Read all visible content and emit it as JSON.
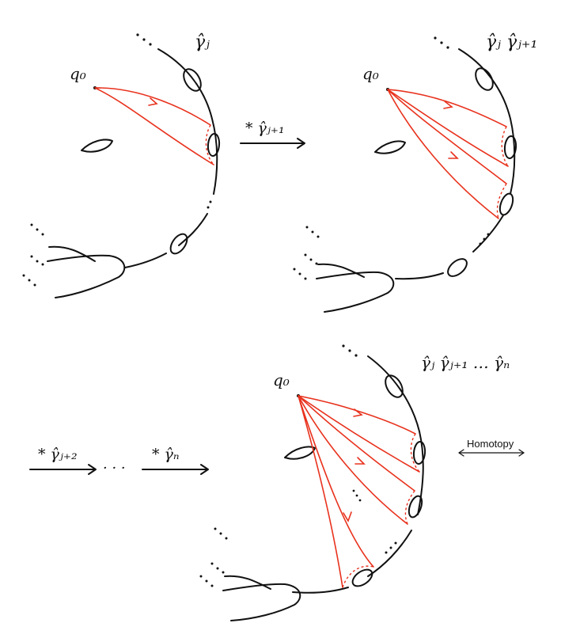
{
  "labels": {
    "basepoint": "q₀",
    "panel1_loop": "γ̂ⱼ",
    "step1_op": "* γ̂ⱼ₊₁",
    "panel2_loops": "γ̂ⱼ γ̂ⱼ₊₁",
    "step2_op": "* γ̂ⱼ₊₂",
    "ellipsis": "· · ·",
    "step3_op": "* γ̂ₙ",
    "panel3_loops": "γ̂ⱼ γ̂ⱼ₊₁ … γ̂ₙ",
    "homotopy": "Homotopy"
  },
  "colors": {
    "ink": "#111111",
    "path": "#e8321d"
  }
}
